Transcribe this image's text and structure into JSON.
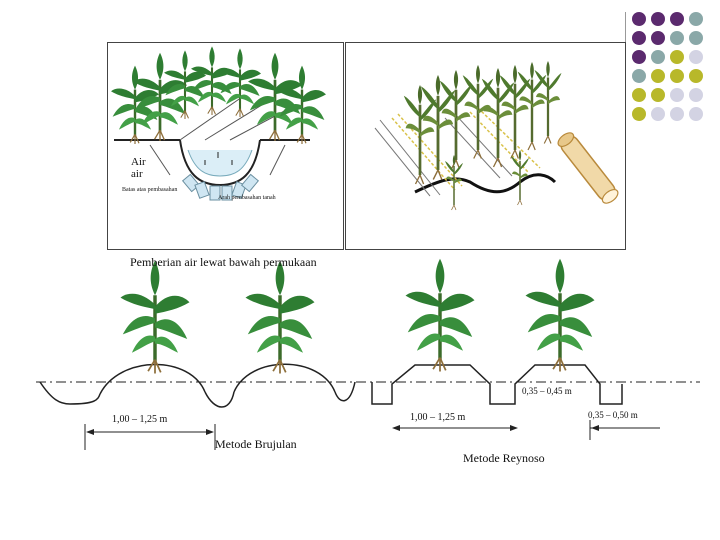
{
  "top_left_panel": {
    "label_air": "Air",
    "label_air2": "air",
    "label_saluran": "Batas atas pembasahan",
    "label_arah": "Arah pembasahan tanah"
  },
  "caption_subsurface": "Pemberian air lewat bawah permukaan",
  "bottom": {
    "dim_left": "1,00 – 1,25 m",
    "dim_mid": "1,00 – 1,25 m",
    "dim_top_right": "0,35 – 0,45 m",
    "dim_right": "0,35 – 0,50 m",
    "label_brujulan": "Metode Brujulan",
    "label_reynoso": "Metode Reynoso"
  },
  "colors": {
    "purple": "#5b2a6e",
    "teal": "#8aa8a8",
    "olive": "#b8b82a",
    "lavender": "#d3d3e3",
    "plant_green": "#2e7d32"
  }
}
